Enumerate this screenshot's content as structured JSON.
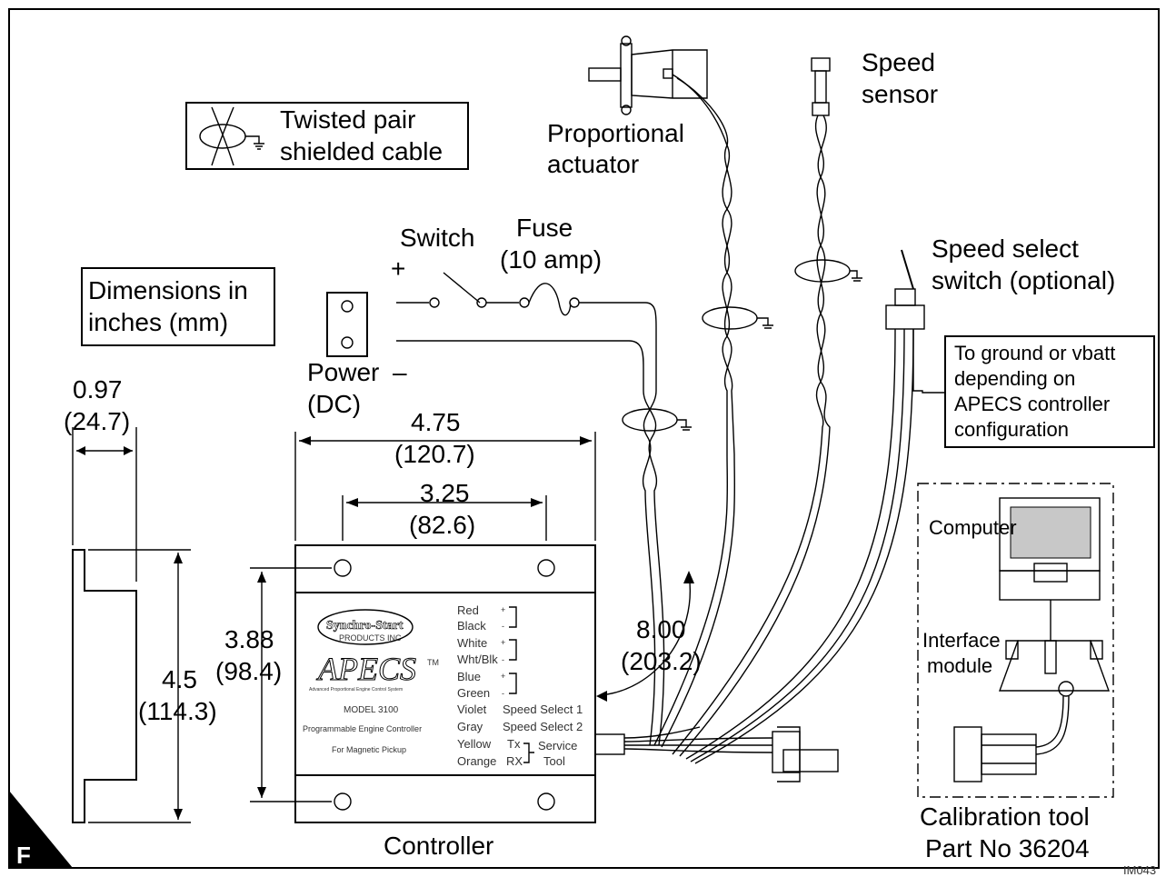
{
  "labels": {
    "twisted_pair_line1": "Twisted pair",
    "twisted_pair_line2": "shielded cable",
    "dimensions_line1": "Dimensions in",
    "dimensions_line2": "inches (mm)",
    "proportional_line1": "Proportional",
    "proportional_line2": "actuator",
    "speed_sensor_line1": "Speed",
    "speed_sensor_line2": "sensor",
    "speed_select_line1": "Speed select",
    "speed_select_line2": "switch (optional)",
    "switch": "Switch",
    "plus": "+",
    "fuse_line1": "Fuse",
    "fuse_line2": "(10 amp)",
    "power_line1": "Power",
    "power_minus": "–",
    "power_line2": "(DC)",
    "ground_note_line1": "To ground or vbatt",
    "ground_note_line2": "depending on",
    "ground_note_line3": "APECS controller",
    "ground_note_line4": "configuration",
    "computer": "Computer",
    "interface_line1": "Interface",
    "interface_line2": "module",
    "calibration_line1": "Calibration tool",
    "calibration_line2": "Part No 36204",
    "controller": "Controller",
    "corner_letter": "F",
    "image_id": "IM043"
  },
  "dimensions": {
    "depth_in": "0.97",
    "depth_mm": "(24.7)",
    "width_in": "4.75",
    "width_mm": "(120.7)",
    "hole_spacing_in": "3.25",
    "hole_spacing_mm": "(82.6)",
    "height_in": "3.88",
    "height_mm": "(98.4)",
    "total_height_in": "4.5",
    "total_height_mm": "(114.3)",
    "cable_in": "8.00",
    "cable_mm": "(203.2)"
  },
  "controller_face": {
    "brand": "Synchro-Start",
    "brand_sub": "PRODUCTS INC",
    "product": "APECS",
    "trademark": "TM",
    "product_sub": "Advanced Proportional Engine Control System",
    "model": "MODEL 3100",
    "desc1": "Programmable Engine Controller",
    "desc2": "For Magnetic Pickup",
    "wires": [
      {
        "color": "Red",
        "sign": "+"
      },
      {
        "color": "Black",
        "sign": "-"
      },
      {
        "color": "White",
        "sign": "+"
      },
      {
        "color": "Wht/Blk",
        "sign": "-"
      },
      {
        "color": "Blue",
        "sign": "+"
      },
      {
        "color": "Green",
        "sign": "-"
      },
      {
        "color": "Violet",
        "function": "Speed Select 1"
      },
      {
        "color": "Gray",
        "function": "Speed Select 2"
      },
      {
        "color": "Yellow",
        "function": "Tx"
      },
      {
        "color": "Orange",
        "function": "RX"
      }
    ],
    "service_line1": "Service",
    "service_line2": "Tool"
  }
}
